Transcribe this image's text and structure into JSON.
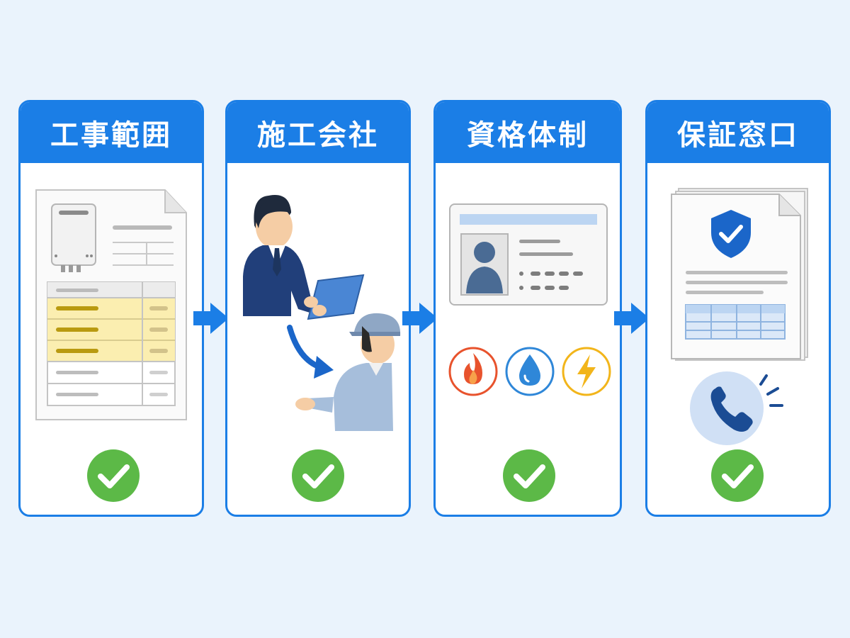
{
  "steps": [
    {
      "title": "工事範囲",
      "icon": "quote-document-icon"
    },
    {
      "title": "施工会社",
      "icon": "handover-icon"
    },
    {
      "title": "資格体制",
      "icon": "license-card-icon"
    },
    {
      "title": "保証窓口",
      "icon": "warranty-contact-icon"
    }
  ],
  "colors": {
    "background": "#eaf3fc",
    "primary": "#1b7ee6",
    "check_green": "#5cb947",
    "highlight_yellow": "#fbeeb0",
    "fire_red": "#e8532d",
    "water_blue": "#2f87d8",
    "electric_yellow": "#f2b51b"
  }
}
